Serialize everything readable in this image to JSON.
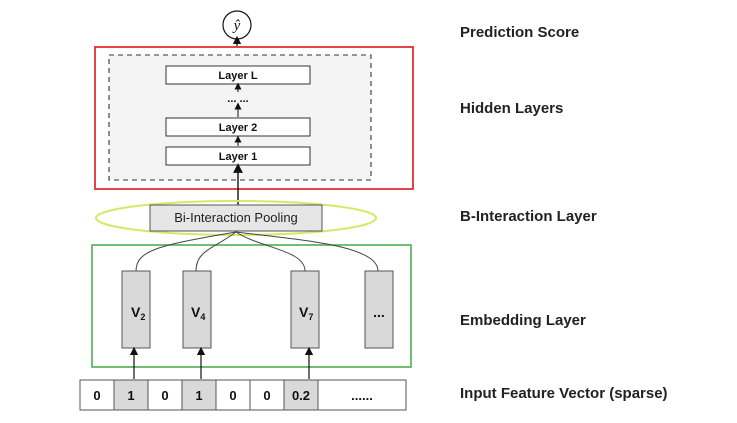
{
  "output": {
    "symbol": "ŷ"
  },
  "labels": {
    "prediction": "Prediction Score",
    "hidden": "Hidden Layers",
    "interaction": "B-Interaction Layer",
    "embedding": "Embedding Layer",
    "input": "Input Feature Vector (sparse)"
  },
  "hidden_layers": {
    "top": "Layer L",
    "dots": "... ...",
    "mid": "Layer 2",
    "bottom": "Layer 1"
  },
  "pooling": {
    "label": "Bi-Interaction Pooling"
  },
  "embeddings": [
    {
      "base": "V",
      "sub": "2"
    },
    {
      "base": "V",
      "sub": "4"
    },
    {
      "base": "V",
      "sub": "7"
    },
    {
      "base": "...",
      "sub": ""
    }
  ],
  "input_vector": {
    "cells": [
      "0",
      "1",
      "0",
      "1",
      "0",
      "0",
      "0.2",
      "......"
    ],
    "highlighted": [
      1,
      3,
      6
    ]
  },
  "colors": {
    "hidden_frame": "#e03030",
    "pool_ellipse": "#d6e86a",
    "embedding_frame": "#4caf50",
    "gray_fill": "#d9d9d9",
    "light_fill": "#f4f4f4"
  }
}
